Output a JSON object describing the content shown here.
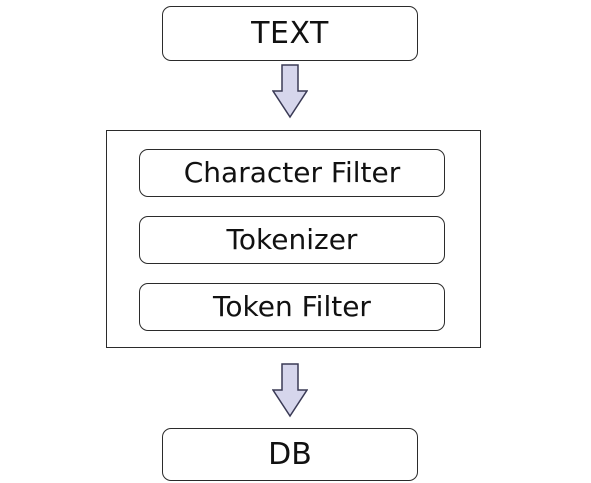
{
  "diagram": {
    "input": {
      "label": "TEXT"
    },
    "analyzer": {
      "steps": [
        {
          "label": "Character Filter"
        },
        {
          "label": "Tokenizer"
        },
        {
          "label": "Token Filter"
        }
      ]
    },
    "output": {
      "label": "DB"
    },
    "colors": {
      "arrow_fill": "#d6d6ec",
      "arrow_stroke": "#3a3a55",
      "border": "#2b2b2b",
      "background": "#ffffff"
    },
    "icons": [
      "down-arrow-icon",
      "down-arrow-icon"
    ]
  }
}
